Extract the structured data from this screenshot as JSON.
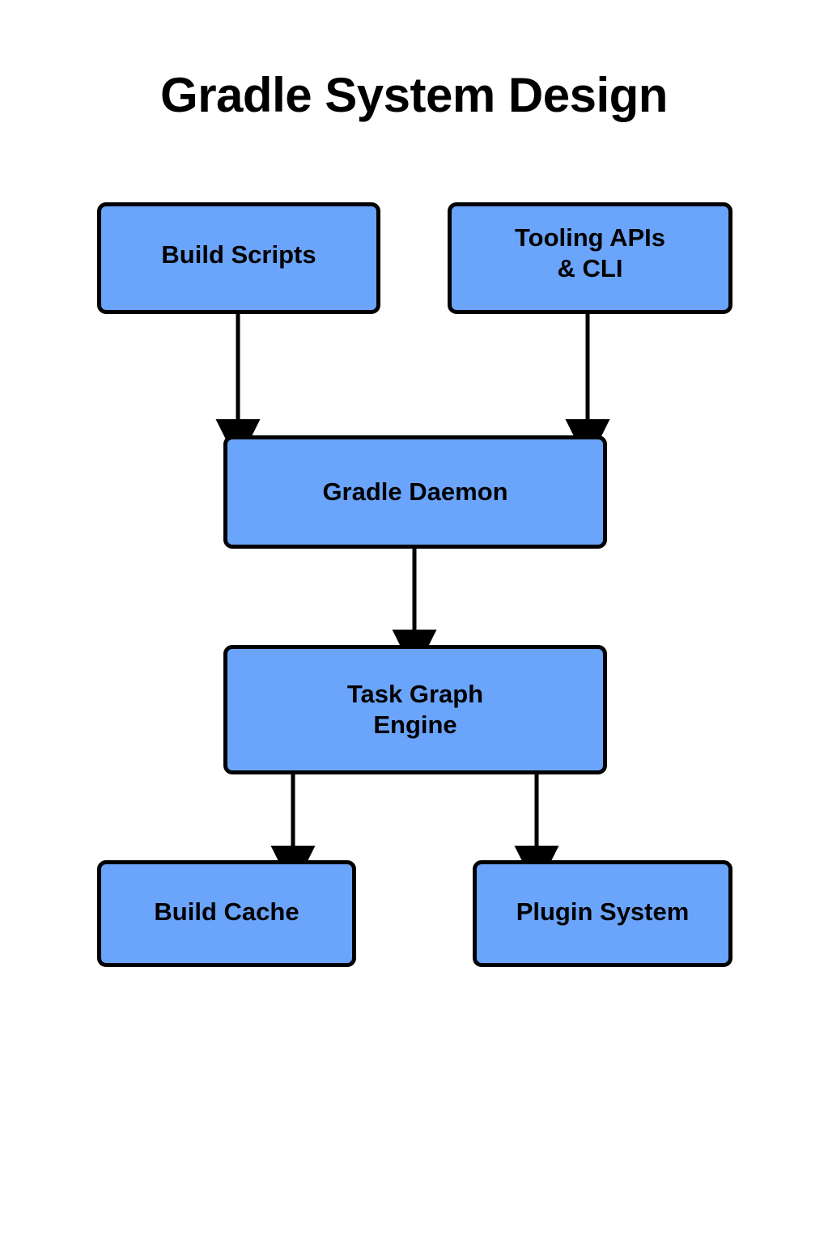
{
  "title": "Gradle System Design",
  "theme": {
    "node_fill": "#6ba4fb",
    "node_border": "#000000",
    "text_color": "#000000",
    "background": "#ffffff",
    "edge_color": "#000000"
  },
  "nodes": [
    {
      "id": "build-scripts",
      "label": "Build Scripts"
    },
    {
      "id": "tooling-apis",
      "label": "Tooling APIs\n& CLI"
    },
    {
      "id": "gradle-daemon",
      "label": "Gradle Daemon"
    },
    {
      "id": "task-graph",
      "label": "Task Graph\nEngine"
    },
    {
      "id": "build-cache",
      "label": "Build Cache"
    },
    {
      "id": "plugin-system",
      "label": "Plugin System"
    }
  ],
  "edges": [
    {
      "id": "build-scripts-to-gradle-daemon",
      "from": "build-scripts",
      "to": "gradle-daemon",
      "label": ""
    },
    {
      "id": "tooling-apis-to-gradle-daemon",
      "from": "tooling-apis",
      "to": "gradle-daemon",
      "label": ""
    },
    {
      "id": "gradle-daemon-to-task-graph",
      "from": "gradle-daemon",
      "to": "task-graph",
      "label": ""
    },
    {
      "id": "task-graph-to-build-cache",
      "from": "task-graph",
      "to": "build-cache",
      "label": ""
    },
    {
      "id": "task-graph-to-plugin-system",
      "from": "task-graph",
      "to": "plugin-system",
      "label": ""
    }
  ]
}
